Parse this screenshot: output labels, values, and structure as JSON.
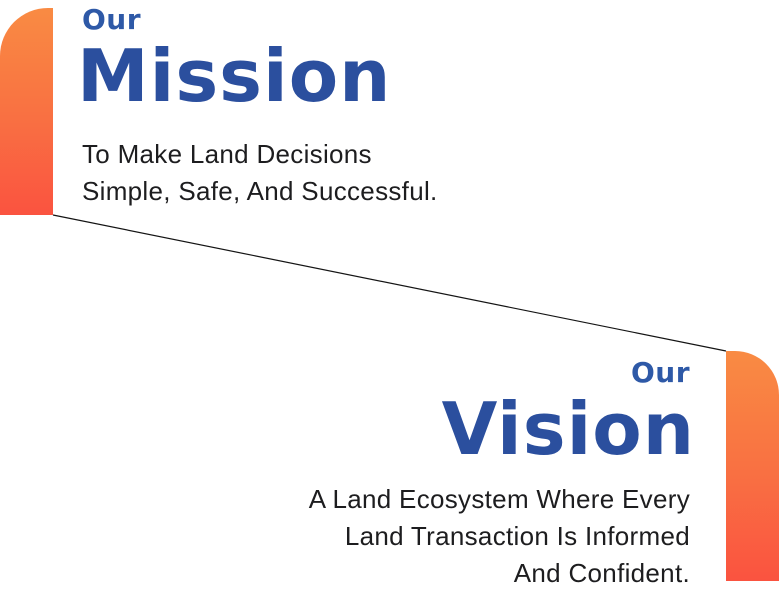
{
  "theme": {
    "accent_top": "#F98B43",
    "accent_mid": "#F96F42",
    "accent_bottom": "#FA5340",
    "heading_blue": "#2B4F9E",
    "label_blue": "#2E59A7",
    "body_text": "#1D1D1F",
    "connector_line": "#141414",
    "background": "#FFFFFF"
  },
  "mission": {
    "kicker": "Our",
    "title": "Mission",
    "body": "To Make Land Decisions\nSimple, Safe, And Successful."
  },
  "vision": {
    "kicker": "Our",
    "title": "Vision",
    "body": "A Land Ecosystem Where Every\nLand Transaction Is Informed\nAnd Confident."
  }
}
